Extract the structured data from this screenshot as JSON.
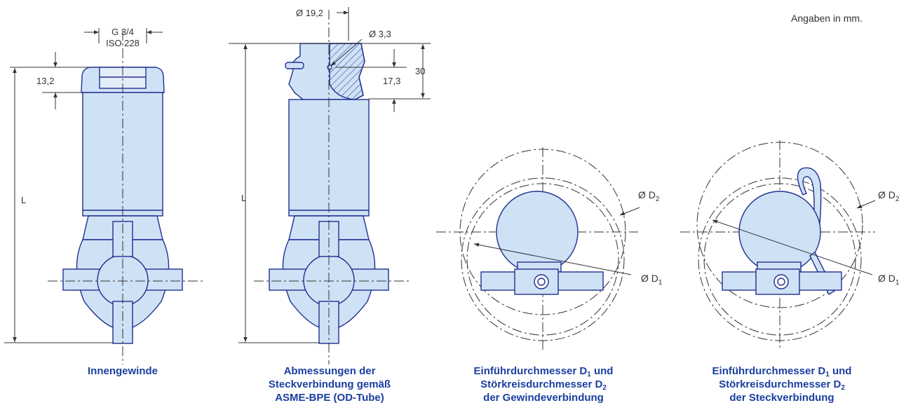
{
  "units_note": "Angaben in mm.",
  "colors": {
    "outline": "#1f2f8f",
    "fill": "#cfe1f5",
    "dim": "#333333",
    "caption": "#1a3fa0"
  },
  "views": {
    "innengewinde": {
      "caption": "Innengewinde",
      "thread_line1": "G 3/4",
      "thread_line2": "ISO 228",
      "dim_13": "13,2",
      "dim_L": "L"
    },
    "steck": {
      "caption_line1": "Abmessungen der",
      "caption_line2": "Steckverbindung gemäß",
      "caption_line3": "ASME-BPE (OD-Tube)",
      "dim_d192": "Ø 19,2",
      "dim_d33": "Ø 3,3",
      "dim_30": "30",
      "dim_173": "17,3",
      "dim_L": "L"
    },
    "gewinde_top": {
      "caption_a": "Einführdurchmesser D",
      "caption_sub1": "1",
      "caption_b": " und",
      "caption_c": "Störkreisdurchmesser D",
      "caption_sub2": "2",
      "caption_d": "der Gewindeverbindung",
      "label_d2": "Ø D",
      "label_d2_sub": "2",
      "label_d1": "Ø D",
      "label_d1_sub": "1"
    },
    "steck_top": {
      "caption_a": "Einführdurchmesser D",
      "caption_sub1": "1",
      "caption_b": " und",
      "caption_c": "Störkreisdurchmesser D",
      "caption_sub2": "2",
      "caption_d": "der Steckverbindung",
      "label_d2": "Ø D",
      "label_d2_sub": "2",
      "label_d1": "Ø D",
      "label_d1_sub": "1"
    }
  }
}
